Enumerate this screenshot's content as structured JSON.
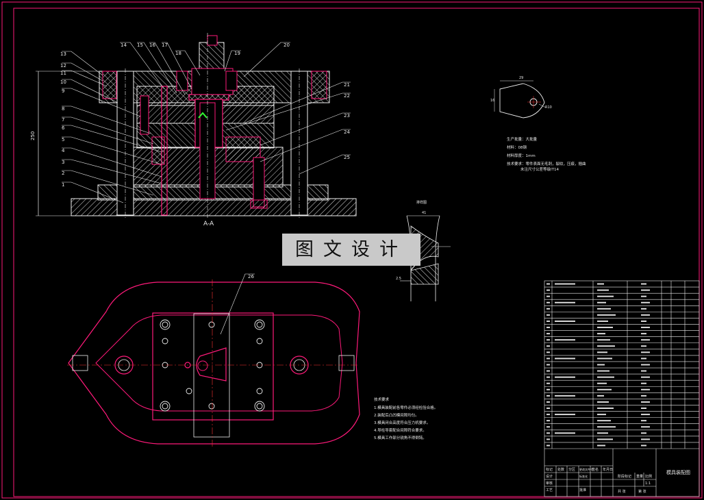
{
  "drawing": {
    "title": "模具装配图",
    "section_label": "A-A",
    "dimension_height": "250",
    "detail_label": "排样图",
    "detail_dim_top": "41",
    "detail_dim_bottom": "2.5",
    "part_dim_top": "29",
    "part_dim_left": "16",
    "part_dim_right": "R10",
    "watermark": "图文设计"
  },
  "part_numbers": [
    "1",
    "2",
    "3",
    "4",
    "5",
    "6",
    "7",
    "8",
    "9",
    "10",
    "11",
    "12",
    "13",
    "14",
    "15",
    "16",
    "17",
    "18",
    "19",
    "20",
    "21",
    "22",
    "23",
    "24",
    "25",
    "26"
  ],
  "part_notes": [
    "生产批量：大批量",
    "材料：08钢",
    "材料厚度：1mm",
    "技术要求：零件表面无毛刺，裂纹，压痕，翘曲",
    "未注尺寸公差等级IT14"
  ],
  "tech_requirements": {
    "heading": "技术要求",
    "items": [
      "1.模具装配前各零件必须经检验合格。",
      "2.装配后凸凹模间隙均匀。",
      "3.模具闭合高度符合压力机要求。",
      "4.导柱导套配合间隙符合要求。",
      "5.模具工作部分锐角不得倒钝。"
    ]
  },
  "title_block": {
    "labels": [
      "标记",
      "处数",
      "分区",
      "更改文件号",
      "签名",
      "年月日",
      "设计",
      "标准化",
      "审核",
      "工艺",
      "批准",
      "阶段标记",
      "重量",
      "比例",
      "共 张",
      "第 张"
    ],
    "scale": "1:1"
  },
  "colors": {
    "outline": "#ff1a7a",
    "line": "#f2f2f2",
    "green": "#33ff33",
    "center": "#ff3333",
    "background": "#000000"
  }
}
